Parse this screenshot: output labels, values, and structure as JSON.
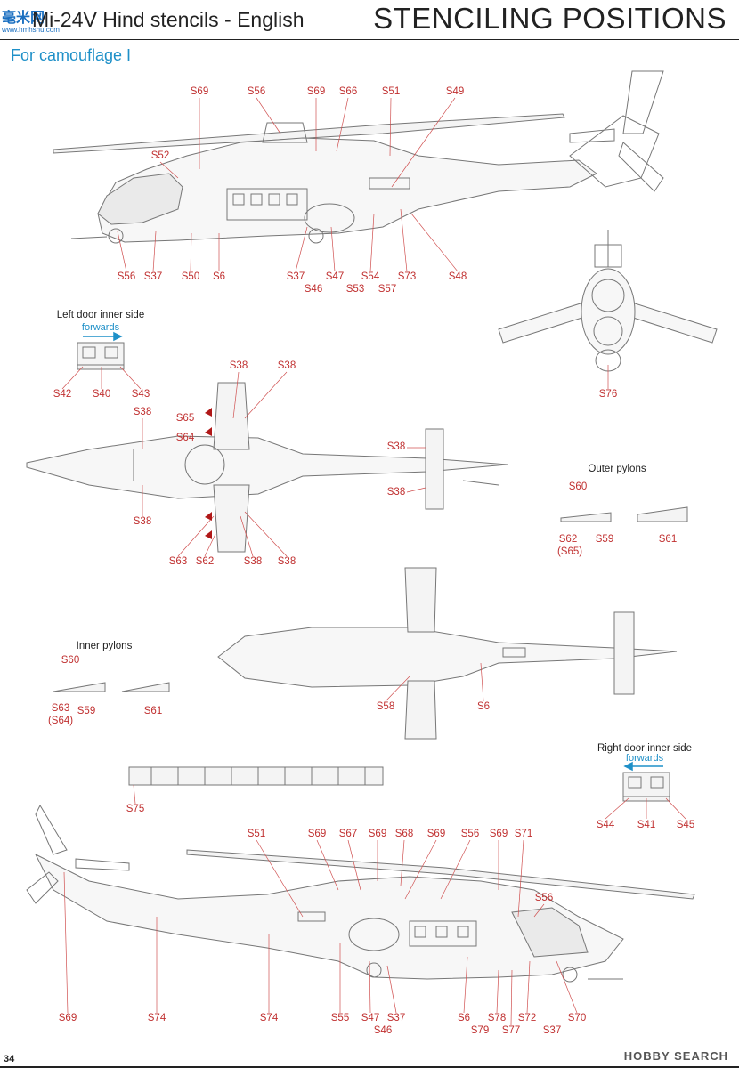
{
  "header": {
    "logo_text": "毫米网",
    "logo_sub": "www.hmhshu.com",
    "title_left": "Mi-24V Hind  stencils - English",
    "title_right": "STENCILING POSITIONS"
  },
  "subtitle": "For camouflage I",
  "top_side": {
    "labels_top": [
      "S69",
      "S56",
      "S69",
      "S66",
      "S51",
      "S49",
      "S52"
    ],
    "labels_bottom": [
      "S56",
      "S37",
      "S50",
      "S6",
      "S37",
      "S46",
      "S47",
      "S54",
      "S53",
      "S57",
      "S73",
      "S48"
    ]
  },
  "front_view": {
    "labels": [
      "S76"
    ]
  },
  "left_door": {
    "caption": "Left door inner side",
    "forwards": "forwards",
    "labels": [
      "S42",
      "S40",
      "S43"
    ]
  },
  "top_view": {
    "labels": [
      "S38",
      "S38",
      "S38",
      "S65",
      "S64",
      "S38",
      "S38",
      "S38",
      "S63",
      "S62",
      "S38",
      "S38"
    ]
  },
  "outer_pylons": {
    "caption": "Outer pylons",
    "labels": [
      "S60",
      "S62",
      "(S65)",
      "S59",
      "S61"
    ]
  },
  "inner_pylons": {
    "caption": "Inner pylons",
    "labels": [
      "S60",
      "S63",
      "(S64)",
      "S59",
      "S61"
    ]
  },
  "bottom_view": {
    "labels": [
      "S58",
      "S6"
    ]
  },
  "ramp": {
    "labels": [
      "S75"
    ]
  },
  "right_door": {
    "caption": "Right door inner side",
    "forwards": "forwards",
    "labels": [
      "S44",
      "S41",
      "S45"
    ]
  },
  "bottom_side": {
    "labels_top": [
      "S51",
      "S69",
      "S67",
      "S69",
      "S68",
      "S69",
      "S56",
      "S69",
      "S71",
      "S56"
    ],
    "labels_bottom": [
      "S69",
      "S74",
      "S74",
      "S55",
      "S47",
      "S46",
      "S37",
      "S6",
      "S79",
      "S78",
      "S77",
      "S72",
      "S37",
      "S70"
    ]
  },
  "footer": {
    "page": "34",
    "brand": "HOBBY SEARCH"
  }
}
